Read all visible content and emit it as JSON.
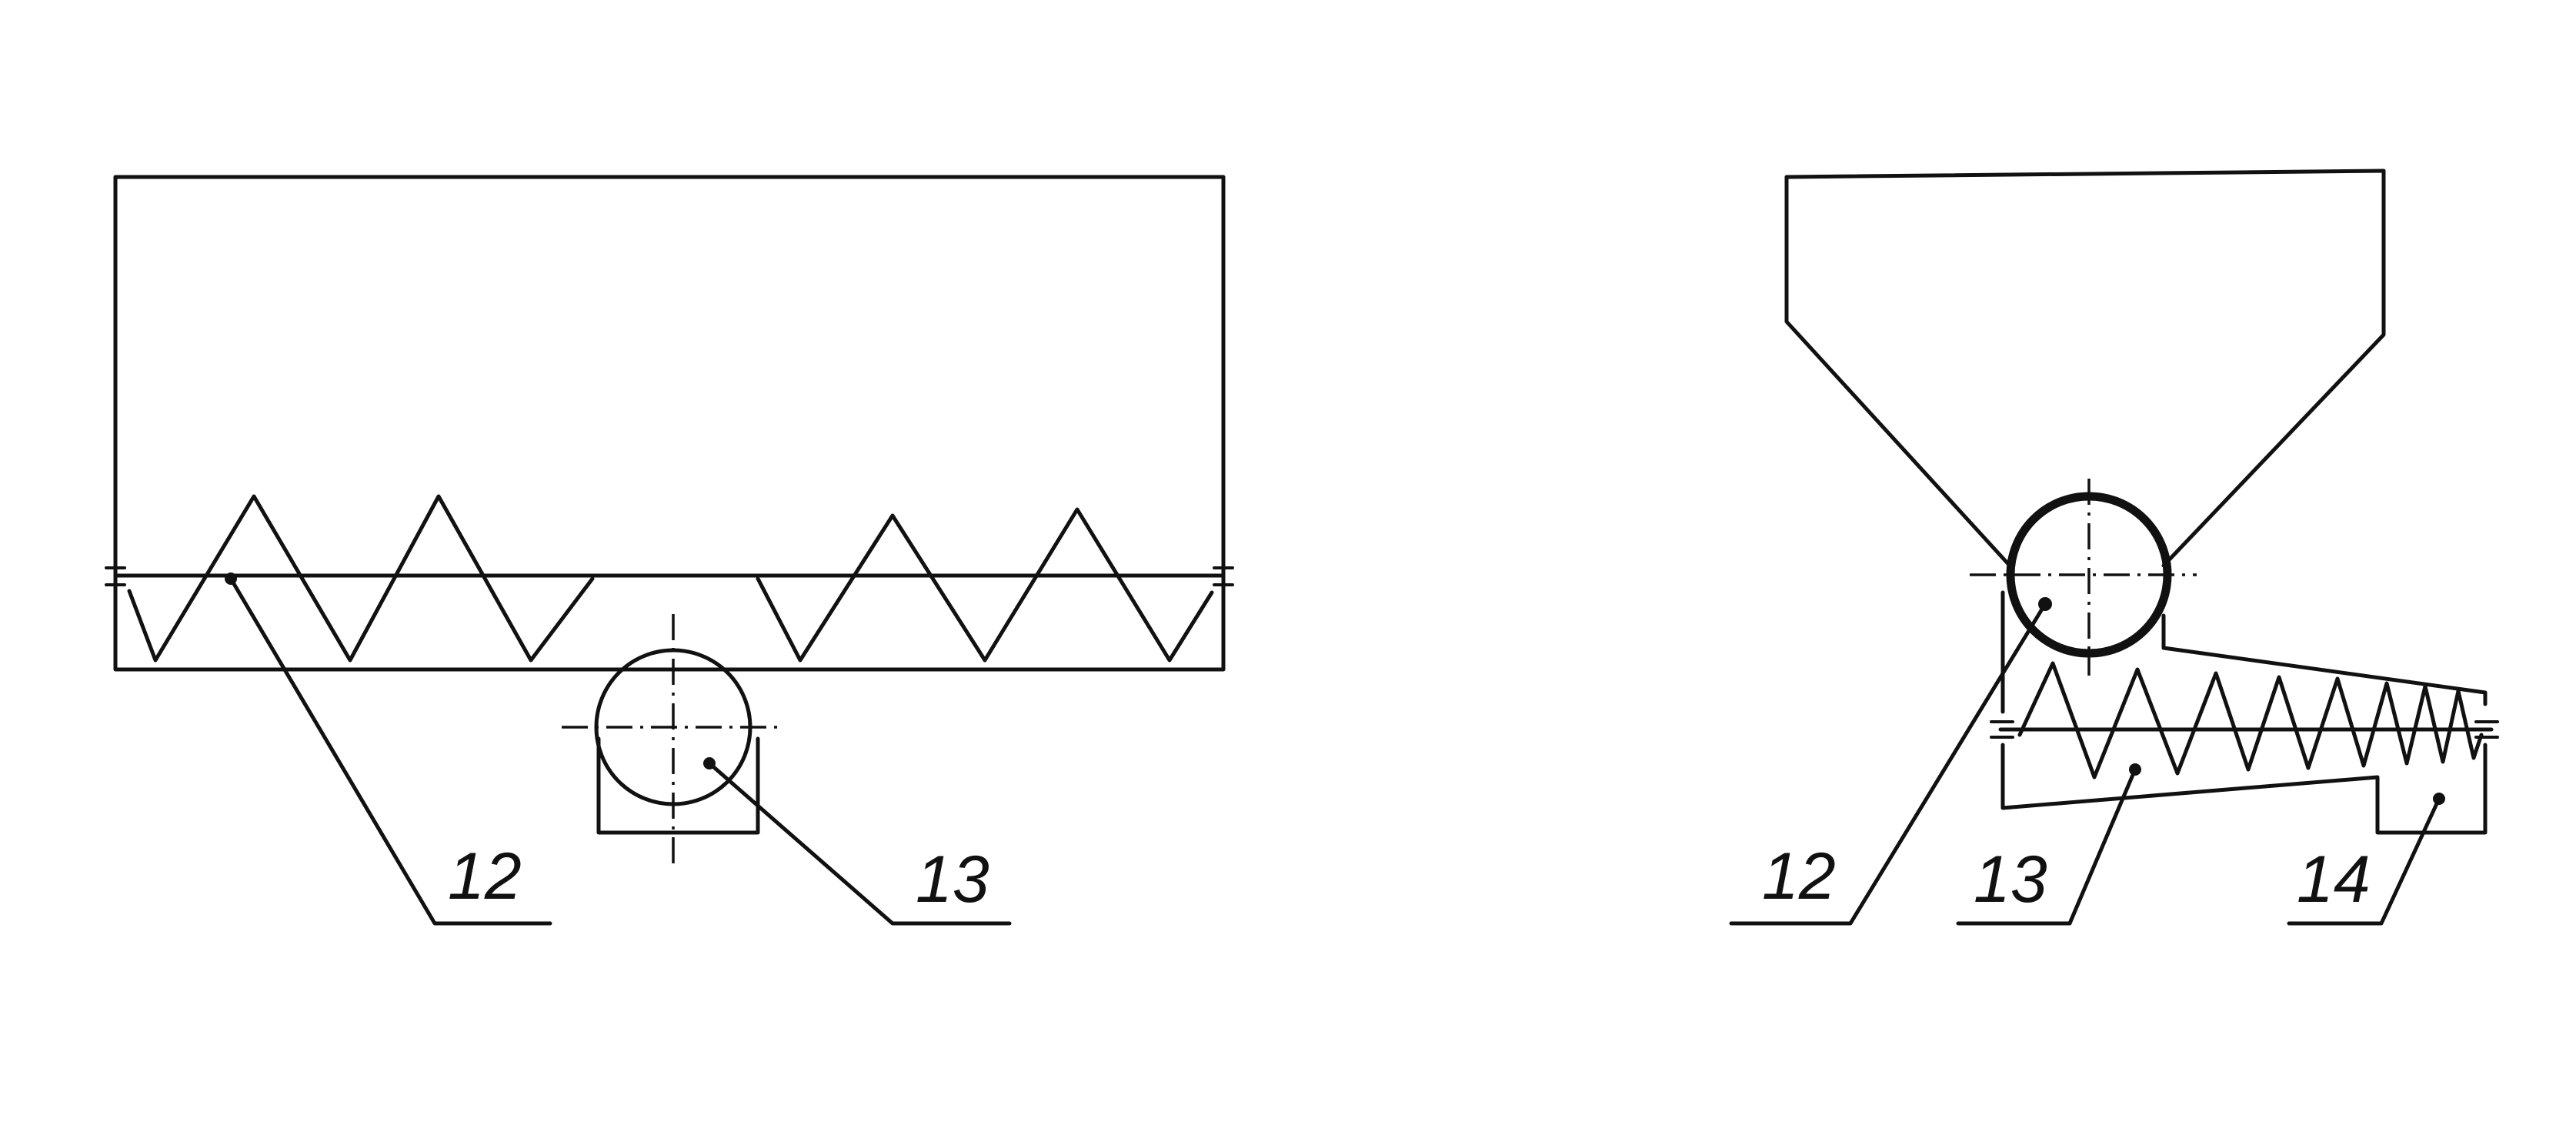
{
  "left_view": {
    "labels": {
      "auger": "12",
      "drive": "13"
    }
  },
  "right_view": {
    "labels": {
      "auger": "12",
      "screw": "13",
      "outlet": "14"
    }
  },
  "colors": {
    "ink": "#111111",
    "paper": "#ffffff"
  }
}
